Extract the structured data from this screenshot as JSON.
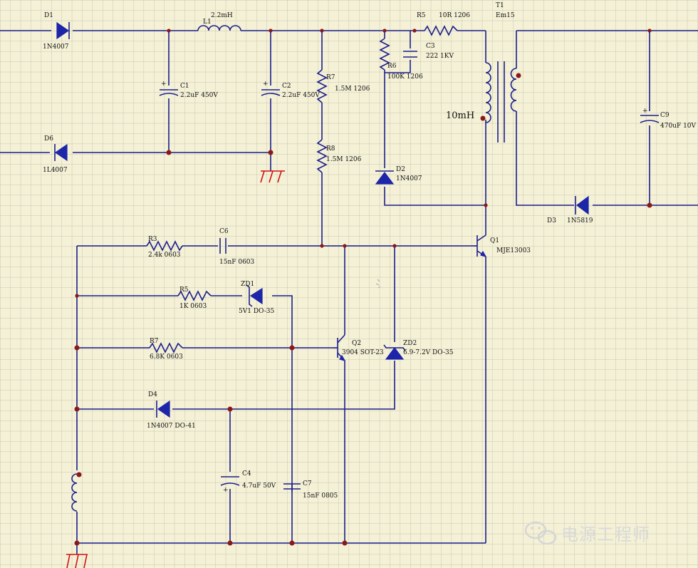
{
  "components": {
    "D1": {
      "ref": "D1",
      "value": "1N4007"
    },
    "D6": {
      "ref": "D6",
      "value": "1L4007"
    },
    "L1": {
      "ref": "L1",
      "value": "2.2mH"
    },
    "C1": {
      "ref": "C1",
      "value": "2.2uF 450V"
    },
    "C2": {
      "ref": "C2",
      "value": "2.2uF 450V"
    },
    "R5": {
      "ref": "R5",
      "value": "10R 1206"
    },
    "R6": {
      "ref": "R6",
      "value": "100K 1206"
    },
    "C3": {
      "ref": "C3",
      "value": "222 1KV"
    },
    "T1": {
      "ref": "T1",
      "value": "Em15"
    },
    "R7": {
      "ref": "R7",
      "value": "1.5M 1206"
    },
    "R8": {
      "ref": "R8",
      "value": "1.5M 1206"
    },
    "D2": {
      "ref": "D2",
      "value": "1N4007"
    },
    "C9": {
      "ref": "C9",
      "value": "470uF 10V"
    },
    "D3": {
      "ref": "D3",
      "value": "1N5819"
    },
    "Q1": {
      "ref": "Q1",
      "value": "MJE13003"
    },
    "R3": {
      "ref": "R3",
      "value": "2.4k 0603"
    },
    "C6": {
      "ref": "C6",
      "value": "15nF 0603"
    },
    "R5b": {
      "ref": "R5",
      "value": "1K 0603"
    },
    "ZD1": {
      "ref": "ZD1",
      "value": "5V1 DO-35"
    },
    "R7b": {
      "ref": "R7",
      "value": "6.8K 0603"
    },
    "Q2": {
      "ref": "Q2",
      "value": "3904 SOT-23"
    },
    "ZD2": {
      "ref": "ZD2",
      "value": "6.9-7.2V DO-35"
    },
    "D4": {
      "ref": "D4",
      "value": "1N4007 DO-41"
    },
    "C4": {
      "ref": "C4",
      "value": "4.7uF 50V"
    },
    "C7": {
      "ref": "C7",
      "value": "15nF 0805"
    }
  },
  "annotation_inductance": "10mH",
  "watermark": "电源工程师",
  "colors": {
    "background": "#f4f1d6",
    "grid": "#c9c6b2",
    "wire": "#1c1e8c",
    "ground": "#d01010",
    "node": "#8a1a1a"
  }
}
